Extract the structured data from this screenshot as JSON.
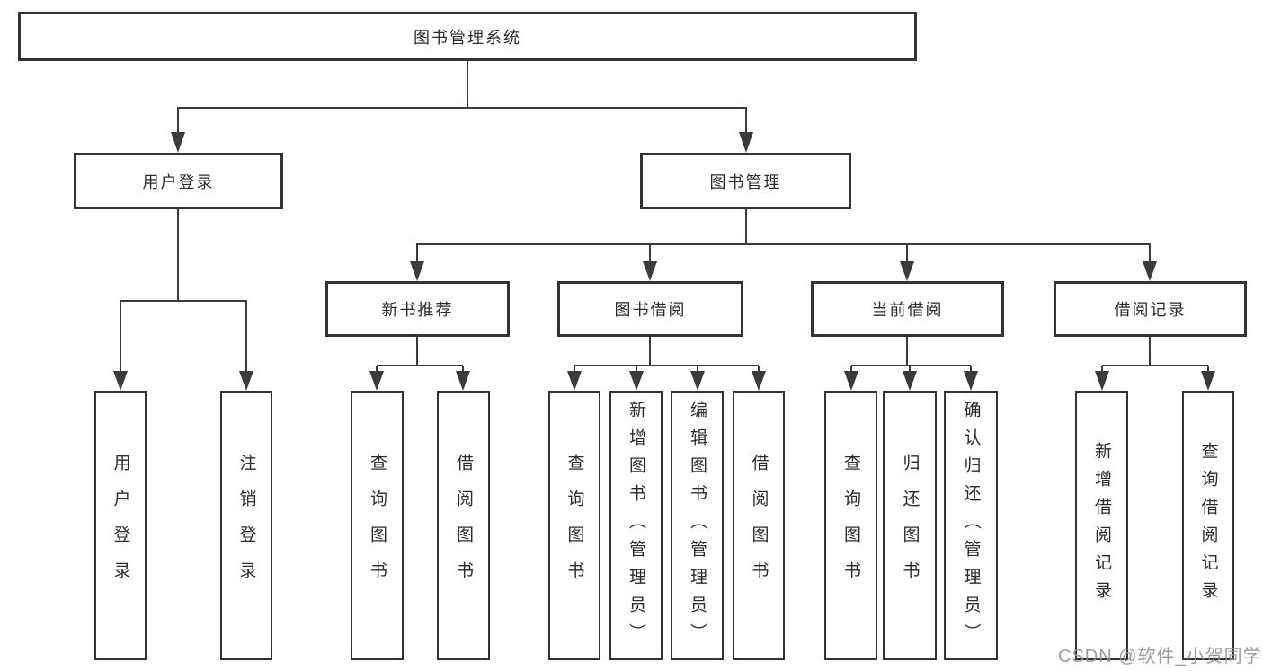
{
  "colors": {
    "box_border": "#333333",
    "connector_line": "#3b3b3b",
    "text": "#2b2b2b",
    "watermark": "#919191",
    "background": "#ffffff"
  },
  "tree": {
    "root": {
      "label": "图书管理系统"
    },
    "branches": [
      {
        "label": "用户登录",
        "children": [
          "用户登录",
          "注销登录"
        ]
      },
      {
        "label": "图书管理",
        "children": [
          {
            "label": "新书推荐",
            "children": [
              "查询图书",
              "借阅图书"
            ]
          },
          {
            "label": "图书借阅",
            "children": [
              "查询图书",
              "新增图书（管理员）",
              "编辑图书（管理员）",
              "借阅图书"
            ]
          },
          {
            "label": "当前借阅",
            "children": [
              "查询图书",
              "归还图书",
              "确认归还（管理员）"
            ]
          },
          {
            "label": "借阅记录",
            "children": [
              "新增借阅记录",
              "查询借阅记录"
            ]
          }
        ]
      }
    ]
  },
  "watermark": {
    "text": "CSDN @软件_小贺同学"
  }
}
